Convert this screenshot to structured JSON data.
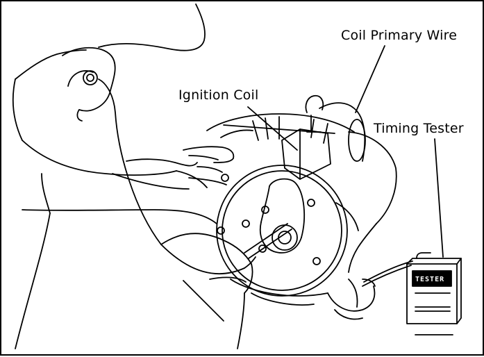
{
  "diagram": {
    "labels": {
      "coil_primary_wire": "Coil Primary Wire",
      "ignition_coil": "Ignition Coil",
      "timing_tester": "Timing Tester"
    },
    "tester_display_text": "TESTER"
  }
}
